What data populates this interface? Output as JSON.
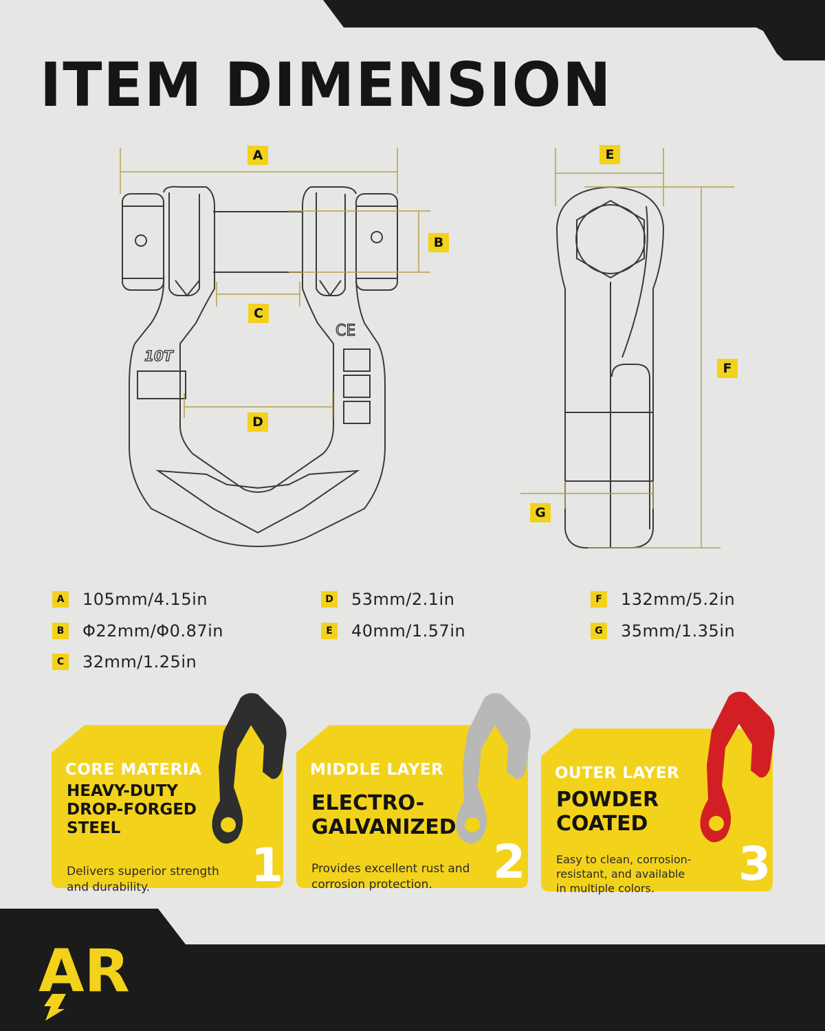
{
  "title": "ITEM DIMENSION",
  "diagram": {
    "front_markings": "10T",
    "ce_mark": "CE",
    "labels": {
      "A": "A",
      "B": "B",
      "C": "C",
      "D": "D",
      "E": "E",
      "F": "F",
      "G": "G"
    }
  },
  "specs": [
    {
      "key": "A",
      "value": "105mm/4.15in"
    },
    {
      "key": "B",
      "value": "Φ22mm/Φ0.87in"
    },
    {
      "key": "C",
      "value": "32mm/1.25in"
    },
    {
      "key": "D",
      "value": "53mm/2.1in"
    },
    {
      "key": "E",
      "value": "40mm/1.57in"
    },
    {
      "key": "F",
      "value": "132mm/5.2in"
    },
    {
      "key": "G",
      "value": "35mm/1.35in"
    }
  ],
  "layers": [
    {
      "label": "CORE MATERIA",
      "heading_lines": [
        "HEAVY-DUTY",
        "DROP-FORGED",
        "STEEL"
      ],
      "description": [
        "Delivers superior strength",
        "and durability."
      ],
      "number": "1",
      "hook_color": "#2b2b2b"
    },
    {
      "label": "MIDDLE LAYER",
      "heading_lines": [
        "ELECTRO-",
        "GALVANIZED"
      ],
      "description": [
        "Provides excellent rust and",
        "corrosion protection."
      ],
      "number": "2",
      "hook_color": "#bdbdbd"
    },
    {
      "label": "OUTER LAYER",
      "heading_lines": [
        "POWDER",
        "COATED"
      ],
      "description": [
        "Easy to clean, corrosion-",
        "resistant, and available",
        "in multiple colors."
      ],
      "number": "3",
      "hook_color": "#d21f23"
    }
  ],
  "brand": {
    "logo_text": "AR"
  },
  "colors": {
    "accent": "#f2d21b",
    "dark": "#1b1b1b",
    "background": "#e6e6e4"
  }
}
